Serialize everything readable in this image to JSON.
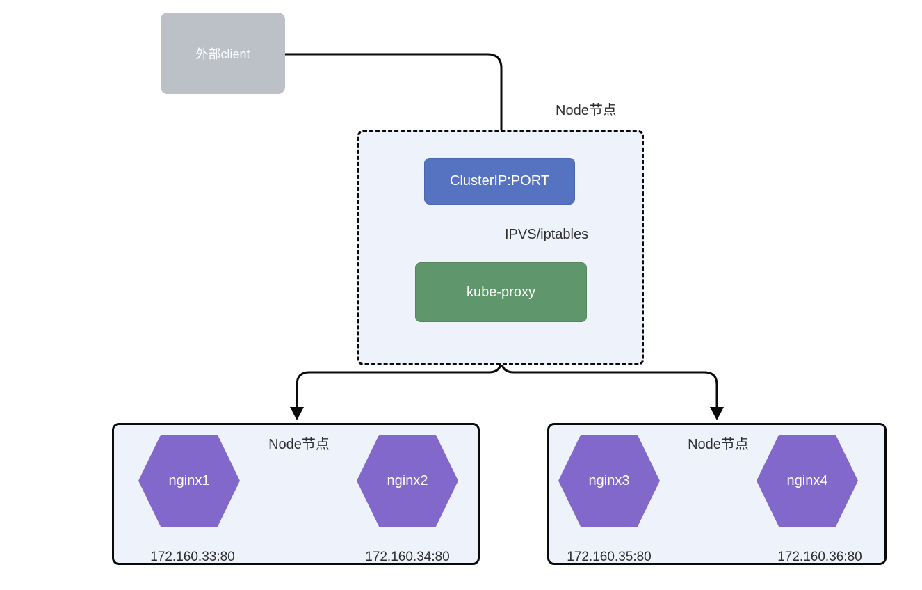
{
  "colors": {
    "bg": "#ffffff",
    "client-fill": "#bcc0c7",
    "cluster-fill": "#5573c0",
    "cluster-border": "#4a67b2",
    "proxy-fill": "#60966b",
    "proxy-border": "#53855e",
    "pod-fill": "#8168ca",
    "panel-fill": "#eef2fb",
    "line": "#0a0a0a",
    "text-dark": "#2f2f2f",
    "text-light": "#ffffff"
  },
  "diagram": {
    "client": {
      "label": "外部client"
    },
    "node_area": {
      "label": "Node节点"
    },
    "cluster_ip": {
      "label": "ClusterIP:PORT"
    },
    "edge": {
      "label": "IPVS/iptables"
    },
    "kube_proxy": {
      "label": "kube-proxy"
    },
    "node_left": {
      "label": "Node节点",
      "pods": [
        {
          "name": "nginx1",
          "ip": "172.160.33:80"
        },
        {
          "name": "nginx2",
          "ip": "172.160.34:80"
        }
      ]
    },
    "node_right": {
      "label": "Node节点",
      "pods": [
        {
          "name": "nginx3",
          "ip": "172.160.35:80"
        },
        {
          "name": "nginx4",
          "ip": "172.160.36:80"
        }
      ]
    }
  }
}
